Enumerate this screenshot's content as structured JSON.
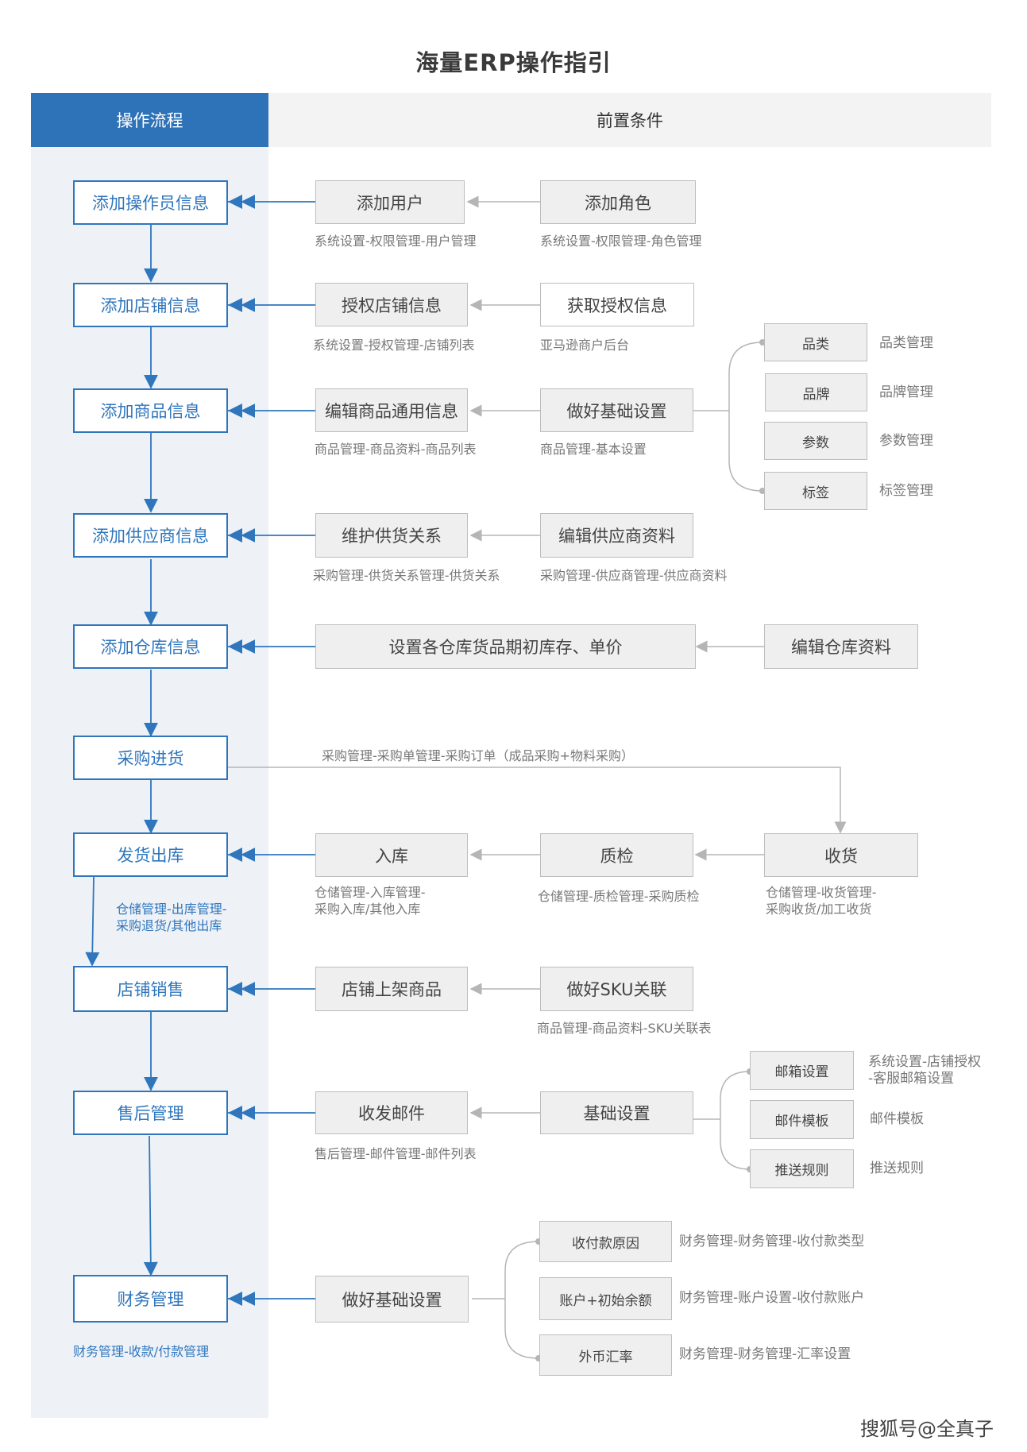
{
  "title": "海量ERP操作指引",
  "header": {
    "left": "操作流程",
    "right": "前置条件"
  },
  "steps": [
    {
      "label": "添加操作员信息"
    },
    {
      "label": "添加店铺信息"
    },
    {
      "label": "添加商品信息"
    },
    {
      "label": "添加供应商信息"
    },
    {
      "label": "添加仓库信息"
    },
    {
      "label": "采购进货"
    },
    {
      "label": "发货出库"
    },
    {
      "label": "店铺销售"
    },
    {
      "label": "售后管理"
    },
    {
      "label": "财务管理"
    }
  ],
  "step_notes": {
    "outbound": [
      "仓储管理-出库管理-",
      "采购退货/其他出库"
    ],
    "finance": "财务管理-收款/付款管理"
  },
  "prereqs": {
    "operator": {
      "a": {
        "label": "添加用户",
        "path": "系统设置-权限管理-用户管理"
      },
      "b": {
        "label": "添加角色",
        "path": "系统设置-权限管理-角色管理"
      }
    },
    "store": {
      "a": {
        "label": "授权店铺信息",
        "path": "系统设置-授权管理-店铺列表"
      },
      "b": {
        "label": "获取授权信息",
        "path": "亚马逊商户后台"
      }
    },
    "product": {
      "a": {
        "label": "编辑商品通用信息",
        "path": "商品管理-商品资料-商品列表"
      },
      "b": {
        "label": "做好基础设置",
        "path": "商品管理-基本设置"
      },
      "subs": [
        {
          "label": "品类",
          "note": "品类管理"
        },
        {
          "label": "品牌",
          "note": "品牌管理"
        },
        {
          "label": "参数",
          "note": "参数管理"
        },
        {
          "label": "标签",
          "note": "标签管理"
        }
      ]
    },
    "supplier": {
      "a": {
        "label": "维护供货关系",
        "path": "采购管理-供货关系管理-供货关系"
      },
      "b": {
        "label": "编辑供应商资料",
        "path": "采购管理-供应商管理-供应商资料"
      }
    },
    "warehouse": {
      "a": {
        "label": "设置各仓库货品期初库存、单价"
      },
      "b": {
        "label": "编辑仓库资料"
      }
    },
    "purchase": {
      "path": "采购管理-采购单管理-采购订单（成品采购+物料采购）"
    },
    "shipping": {
      "a": {
        "label": "入库",
        "path": [
          "仓储管理-入库管理-",
          "采购入库/其他入库"
        ]
      },
      "b": {
        "label": "质检",
        "path": "仓储管理-质检管理-采购质检"
      },
      "c": {
        "label": "收货",
        "path": [
          "仓储管理-收货管理-",
          "采购收货/加工收货"
        ]
      }
    },
    "sales": {
      "a": {
        "label": "店铺上架商品"
      },
      "b": {
        "label": "做好SKU关联",
        "path": "商品管理-商品资料-SKU关联表"
      }
    },
    "aftersale": {
      "a": {
        "label": "收发邮件",
        "path": "售后管理-邮件管理-邮件列表"
      },
      "b": {
        "label": "基础设置"
      },
      "subs": [
        {
          "label": "邮箱设置",
          "note": [
            "系统设置-店铺授权",
            "-客服邮箱设置"
          ]
        },
        {
          "label": "邮件模板",
          "note": [
            "邮件模板"
          ]
        },
        {
          "label": "推送规则",
          "note": [
            "推送规则"
          ]
        }
      ]
    },
    "finance": {
      "a": {
        "label": "做好基础设置"
      },
      "subs": [
        {
          "label": "收付款原因",
          "note": "财务管理-财务管理-收付款类型"
        },
        {
          "label": "账户+初始余额",
          "note": "财务管理-账户设置-收付款账户"
        },
        {
          "label": "外币汇率",
          "note": "财务管理-财务管理-汇率设置"
        }
      ]
    }
  },
  "watermark": "搜狐号@全真子",
  "colors": {
    "accent": "#2e72b8",
    "step_border": "#2f76bd",
    "prereq_fill": "#efefef",
    "connector_gray": "#b5b5b5"
  }
}
